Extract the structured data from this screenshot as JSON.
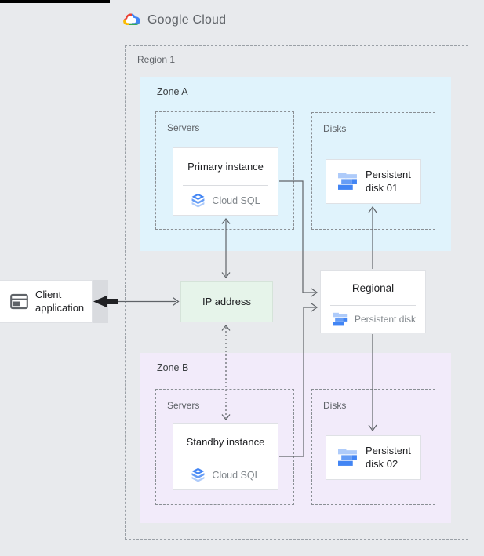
{
  "header": {
    "logo": "Google Cloud"
  },
  "region": {
    "label": "Region 1"
  },
  "zone_a": {
    "label": "Zone A",
    "servers_label": "Servers",
    "disks_label": "Disks",
    "primary_instance": {
      "title": "Primary instance",
      "product": "Cloud SQL"
    },
    "disk01": {
      "label": "Persistent disk 01"
    }
  },
  "zone_b": {
    "label": "Zone B",
    "servers_label": "Servers",
    "disks_label": "Disks",
    "standby_instance": {
      "title": "Standby instance",
      "product": "Cloud SQL"
    },
    "disk02": {
      "label": "Persistent disk 02"
    }
  },
  "client": {
    "label": "Client application"
  },
  "ip": {
    "label": "IP address"
  },
  "regional_disk": {
    "title": "Regional",
    "subtitle": "Persistent disk"
  },
  "colors": {
    "background": "#e8eaed",
    "zone_a_bg": "#e0f3fc",
    "zone_b_bg": "#f2ebfa",
    "ip_bg": "#e6f4ea",
    "connector_gray": "#5f6368",
    "google_red": "#ea4335",
    "google_yellow": "#fbbc04",
    "google_blue": "#4285f4",
    "google_green": "#34a853",
    "disk_blue_light": "#aecbfa",
    "disk_blue_mid": "#669df6",
    "disk_blue_dark": "#4285f4"
  }
}
